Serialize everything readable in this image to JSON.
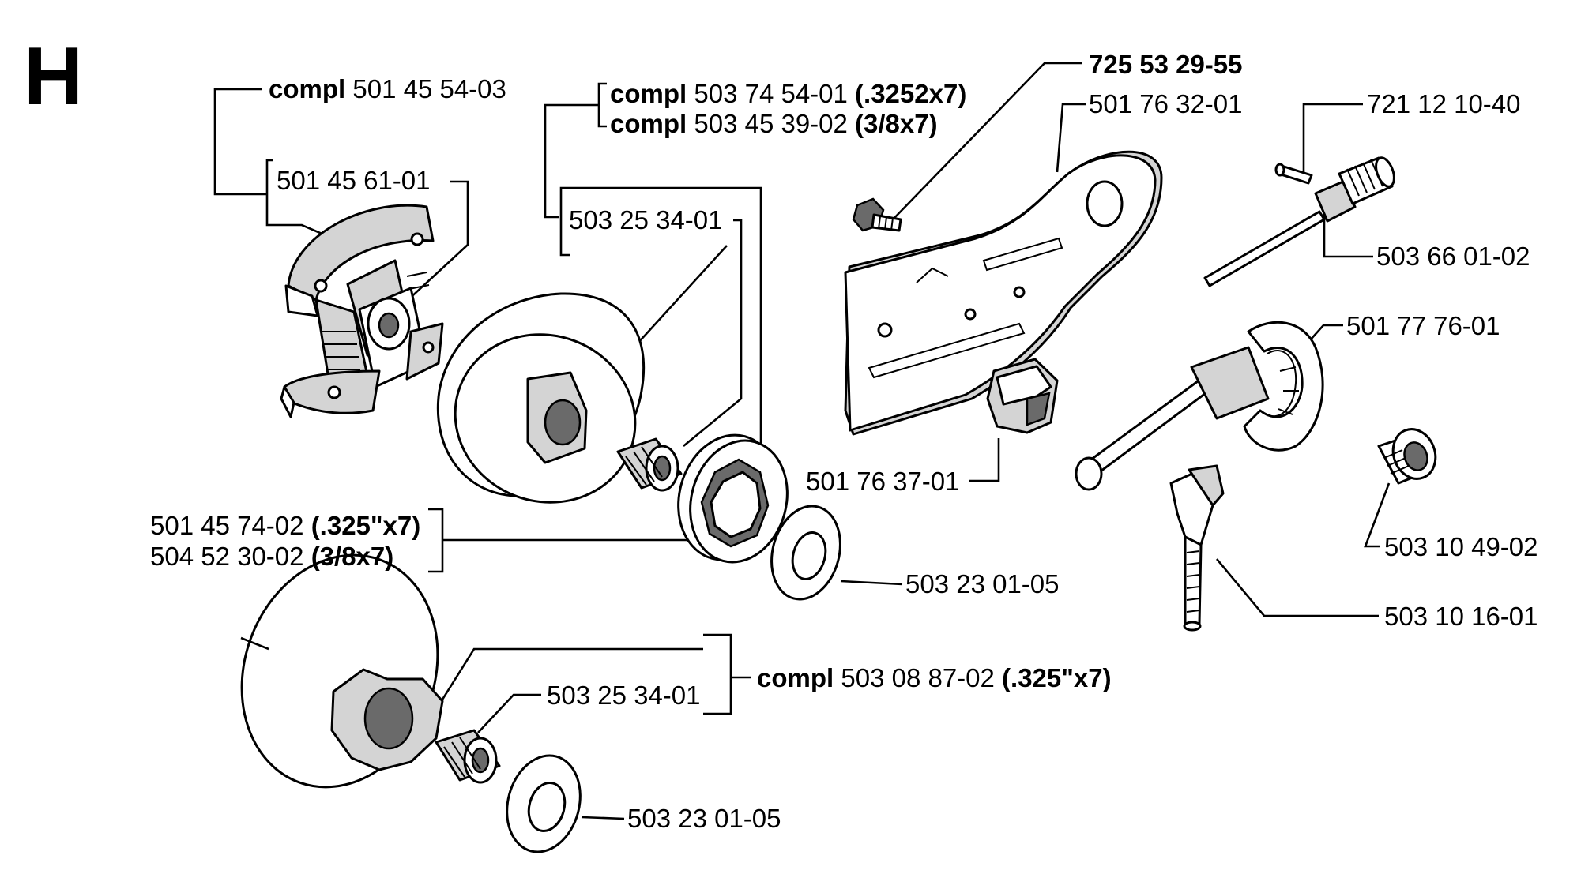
{
  "section": "H",
  "labels": {
    "clutch_compl": {
      "prefix": "compl",
      "number": "501 45 54-03"
    },
    "clutch_shoe": "501 45 61-01",
    "drum_compl_1": {
      "prefix": "compl",
      "number": "503 74 54-01",
      "spec": "(.3252x7)"
    },
    "drum_compl_2": {
      "prefix": "compl",
      "number": "503 45 39-02",
      "spec": "(3/8x7)"
    },
    "bearing_top": "503 25 34-01",
    "bolt_kit": "725 53 29-55",
    "guide_plate": "501 76 32-01",
    "pin": "721 12 10-40",
    "pump_shaft": "503 66 01-02",
    "pump_housing": "501 77 76-01",
    "chain_guide": "501 76 37-01",
    "rim_1": {
      "number": "501 45 74-02",
      "spec": "(.325\"x7)"
    },
    "rim_2": {
      "number": "504 52 30-02",
      "spec": "(3/8x7)"
    },
    "washer_top": "503 23 01-05",
    "spring": "503 10 49-02",
    "pump_pipe": "503 10 16-01",
    "drum_compl_3": {
      "prefix": "compl",
      "number": "503 08 87-02",
      "spec": "(.325\"x7)"
    },
    "bearing_bottom": "503 25 34-01",
    "washer_bottom": "503 23 01-05"
  },
  "icons": [
    "clutch-assembly-icon",
    "clutch-drum-icon",
    "needle-bearing-icon",
    "sprocket-rim-icon",
    "washer-icon",
    "bolt-icon",
    "guide-plate-icon",
    "pin-icon",
    "pump-shaft-icon",
    "oil-pump-housing-icon",
    "chain-guide-icon",
    "spring-icon",
    "suction-pipe-icon",
    "spur-drum-icon"
  ]
}
